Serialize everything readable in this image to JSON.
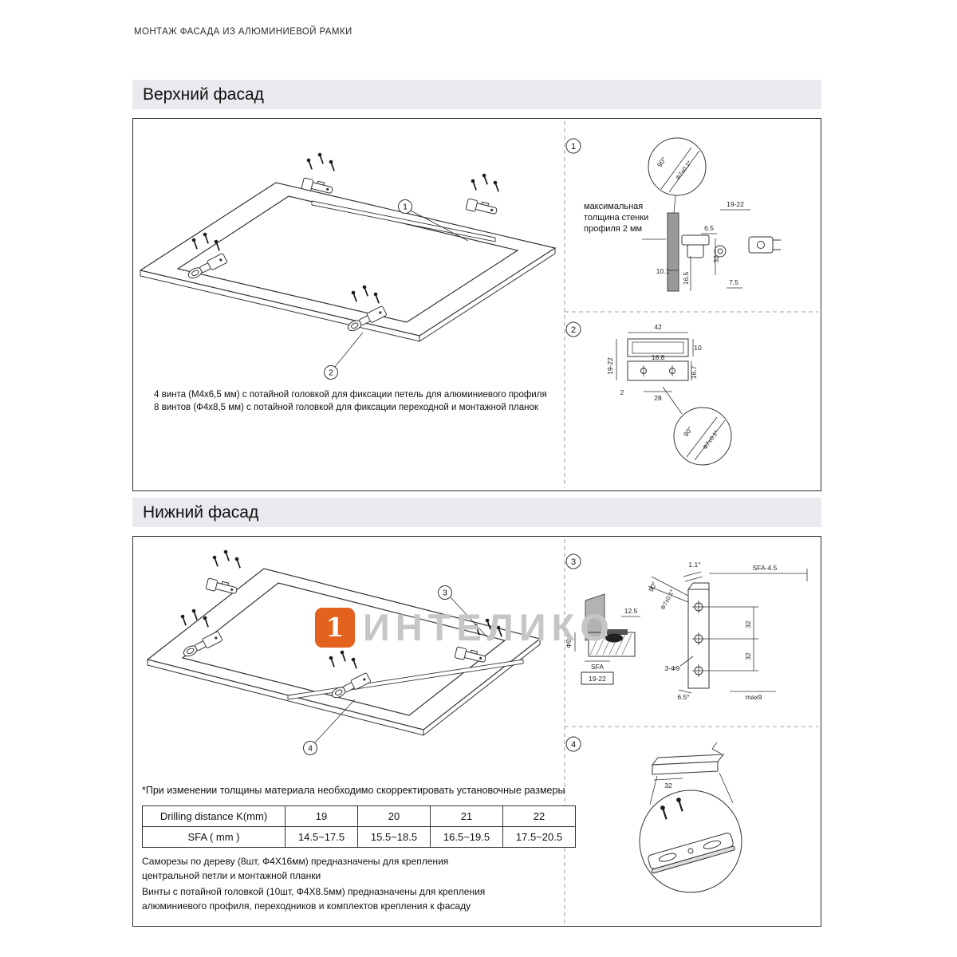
{
  "page": {
    "header": "МОНТАЖ ФАСАДА ИЗ АЛЮМИНИЕВОЙ РАМКИ"
  },
  "watermark": {
    "logo_glyph": "1",
    "text": "ИНТЕЛИКО",
    "logo_color": "#e05206",
    "text_color": "#c4c6c8"
  },
  "top_section": {
    "title": "Верхний фасад",
    "callout1": "1",
    "callout2": "2",
    "note_line1": "4 винта (М4х6,5 мм) с потайной головкой для фиксации петель для алюминиевого профиля",
    "note_line2": "8 винтов (Ф4х8,5 мм) с потайной головкой для фиксации переходной и монтажной планок",
    "detail1": {
      "num": "1",
      "wall_note_line1": "максимальная",
      "wall_note_line2": "толщина стенки",
      "wall_note_line3": "профиля 2 мм",
      "angle": "90°",
      "countersink": "Ф7±0.1*",
      "dim_k": "19-22",
      "dim_65": "6.5",
      "dim_101": "10.1",
      "dim_32": "32",
      "dim_165": "16.5",
      "dim_75": "7.5"
    },
    "detail2": {
      "num": "2",
      "dim_42": "42",
      "dim_10": "10",
      "dim_k": "19-22",
      "dim_188": "18.8",
      "dim_167": "16.7",
      "dim_2": "2",
      "dim_28": "28",
      "angle": "90°",
      "countersink": "Ф7±0.1*"
    }
  },
  "bottom_section": {
    "title": "Нижний фасад",
    "callout3": "3",
    "callout4": "4",
    "adjust_note": "*При изменении толщины материала необходимо скорректировать установочные размеры",
    "table": {
      "header": [
        "Drilling distance K(mm)",
        "19",
        "20",
        "21",
        "22"
      ],
      "sfa_row": [
        "SFA ( mm )",
        "14.5~17.5",
        "15.5~18.5",
        "16.5~19.5",
        "17.5~20.5"
      ]
    },
    "screw_note1": "Саморезы по дереву (8шт, Ф4Х16мм) предназначены для крепления центральной петли и монтажной планки",
    "screw_note2": "Винты с потайной головкой (10шт, Ф4Х8.5мм) предназначены для крепления алюминиевого профиля, переходников и комплектов крепления к фасаду",
    "detail3": {
      "num": "3",
      "angle_11": "1.1°",
      "angle_90": "90°",
      "countersink": "Ф7±0.1*",
      "dim_sfa45": "SFA-4.5",
      "dim_125": "12.5",
      "dim_d9": "Ф9",
      "dim_sfa": "SFA",
      "dim_k": "19-22",
      "dim_3d9": "3-Ф9",
      "dim_32a": "32",
      "dim_32b": "32",
      "angle_65": "6.5°",
      "dim_max9": "max9"
    },
    "detail4": {
      "num": "4",
      "dim_32": "32"
    }
  }
}
